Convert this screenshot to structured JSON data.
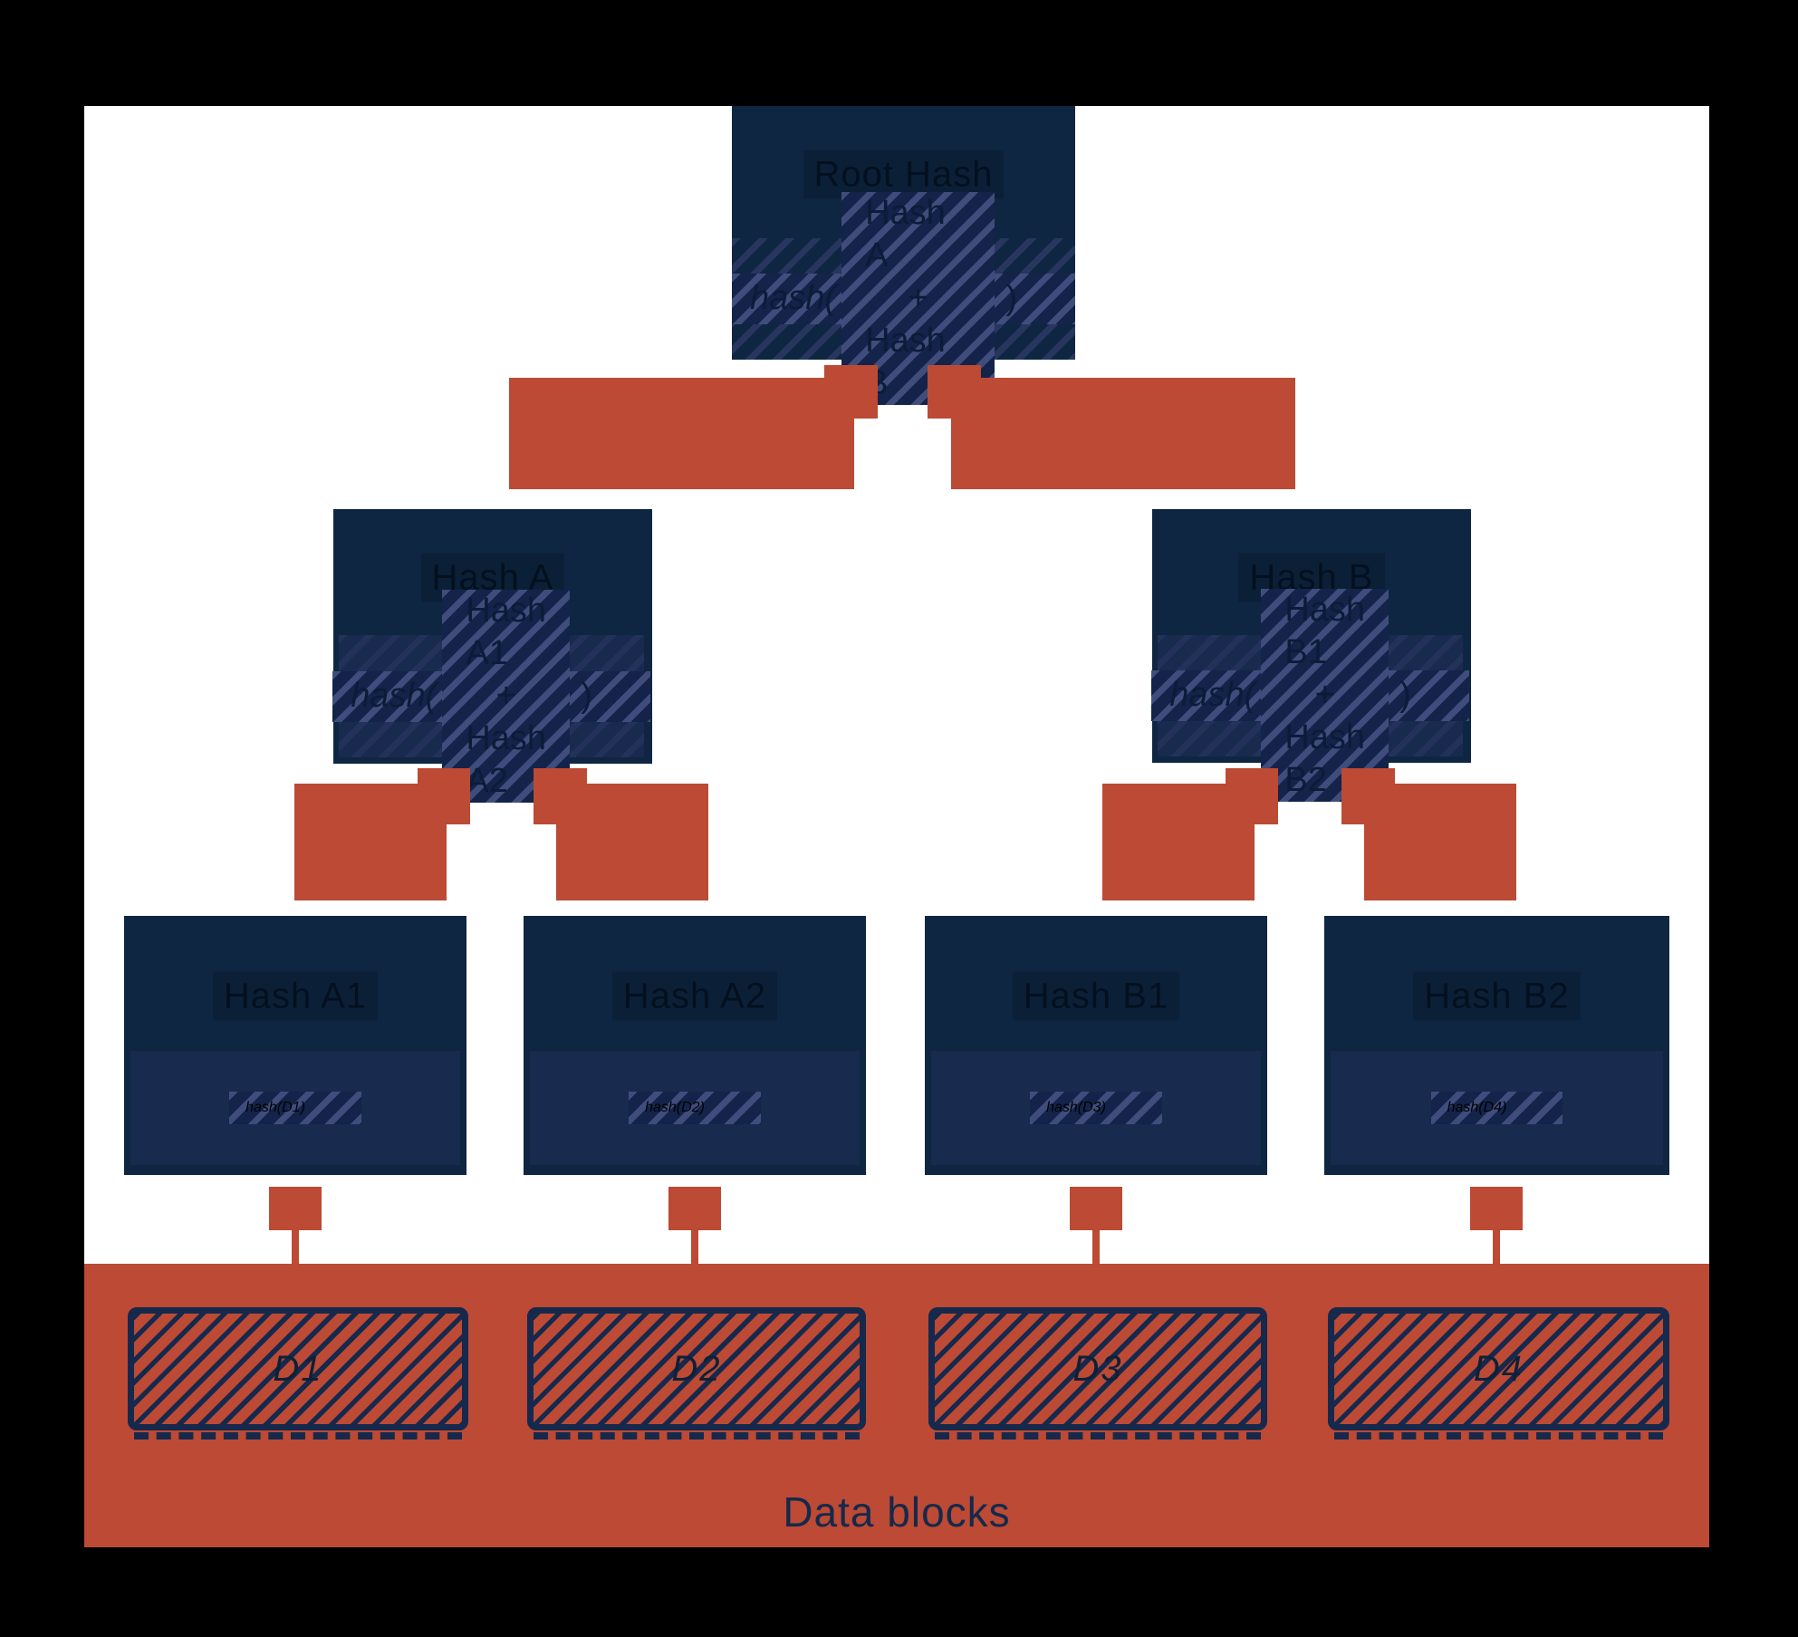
{
  "diagram": {
    "kind": "merkle-hash-tree",
    "levels": [
      "root",
      "branches",
      "leaves",
      "data-blocks"
    ]
  },
  "tree": {
    "root": {
      "title": "Root Hash",
      "formula": {
        "fn": "hash(",
        "arg1": "Hash A",
        "op": "+",
        "arg2": "Hash B",
        "close": ")"
      }
    },
    "mid": [
      {
        "title": "Hash A",
        "formula": {
          "fn": "hash(",
          "arg1": "Hash A1",
          "op": "+",
          "arg2": "Hash A2",
          "close": ")"
        }
      },
      {
        "title": "Hash B",
        "formula": {
          "fn": "hash(",
          "arg1": "Hash B1",
          "op": "+",
          "arg2": "Hash B2",
          "close": ")"
        }
      }
    ],
    "leaves": [
      {
        "title": "Hash A1",
        "formula": "hash(D1)"
      },
      {
        "title": "Hash A2",
        "formula": "hash(D2)"
      },
      {
        "title": "Hash B1",
        "formula": "hash(D3)"
      },
      {
        "title": "Hash B2",
        "formula": "hash(D4)"
      }
    ]
  },
  "data_blocks": {
    "caption": "Data blocks",
    "items": [
      {
        "label": "D1"
      },
      {
        "label": "D2"
      },
      {
        "label": "D3"
      },
      {
        "label": "D4"
      }
    ]
  },
  "colors": {
    "background": "#000000",
    "canvas": "#ffffff",
    "node_navy": "#0e2642",
    "band_navy": "#182a4e",
    "accent_red": "#bc4a34",
    "hatch_highlight": "#404d7c",
    "text_dark_navy": "#0a1c38"
  }
}
